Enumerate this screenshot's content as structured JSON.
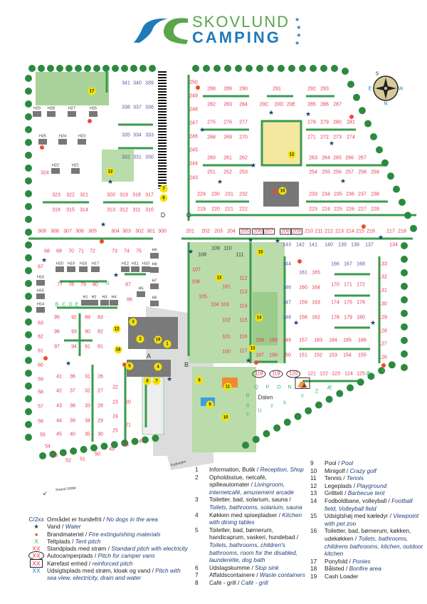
{
  "logo": {
    "line1": "SKOVLUND",
    "line2": "CAMPING"
  },
  "colors": {
    "pitch": "#e8334a",
    "sea_view": "#5a4fa0",
    "hedge": "#3a9b4f",
    "tree": "#2c8a3f",
    "facility": "#f5e400",
    "road": "#d9d9d9",
    "lawn": "#a9d39b",
    "logo_blue": "#1f7ab8",
    "logo_green": "#5aa64a"
  },
  "compass": {
    "icon": "compass-rose-icon",
    "labels": [
      "S",
      "E",
      "W",
      "N"
    ]
  },
  "roads": {
    "entrances": [
      "A",
      "B",
      "C",
      "D"
    ],
    "street": "Kystvejen",
    "beach": "Strand 500M",
    "area": "Dalen"
  },
  "pitches": {
    "c250": [
      "250",
      "249",
      "248",
      "247",
      "246",
      "245",
      "244",
      "243"
    ],
    "r288": [
      "288",
      "289",
      "290"
    ],
    "r291": [
      "291"
    ],
    "r292": [
      "292",
      "293"
    ],
    "r282": [
      "282",
      "283",
      "284"
    ],
    "r20c": [
      "20C",
      "20D",
      "20E"
    ],
    "r285": [
      "285",
      "286",
      "287"
    ],
    "r275": [
      "275",
      "276",
      "277"
    ],
    "r278": [
      "278",
      "279",
      "280",
      "281"
    ],
    "r268": [
      "268",
      "269",
      "270"
    ],
    "r271": [
      "271",
      "272",
      "273",
      "274"
    ],
    "r260": [
      "260",
      "261",
      "262"
    ],
    "r263": [
      "263",
      "264",
      "265",
      "266",
      "267"
    ],
    "r251": [
      "251",
      "252",
      "253"
    ],
    "r254": [
      "254",
      "255",
      "256",
      "257",
      "258",
      "259"
    ],
    "r229": [
      "229",
      "230",
      "231",
      "232"
    ],
    "r233": [
      "233",
      "234",
      "235",
      "236",
      "237",
      "238"
    ],
    "r219": [
      "219",
      "220",
      "221",
      "222"
    ],
    "r223": [
      "223",
      "224",
      "225",
      "226",
      "227",
      "228"
    ],
    "r341": [
      "341",
      "340",
      "339"
    ],
    "r338": [
      "338",
      "337",
      "336"
    ],
    "r335": [
      "335",
      "334",
      "333"
    ],
    "r332": [
      "332",
      "331",
      "330"
    ],
    "r323": [
      "323",
      "322",
      "321"
    ],
    "r320": [
      "320",
      "319",
      "318",
      "317"
    ],
    "r316": [
      "316",
      "315",
      "314"
    ],
    "r313": [
      "313",
      "312",
      "311",
      "310"
    ],
    "r309": [
      "309",
      "308",
      "307",
      "306",
      "305"
    ],
    "r304": [
      "304",
      "303",
      "302",
      "301",
      "300"
    ],
    "p324": [
      "324"
    ],
    "r201": [
      "201",
      "202",
      "203",
      "204",
      "210",
      "211",
      "212",
      "213",
      "214",
      "215",
      "216",
      "217",
      "218"
    ],
    "b205": [
      "205",
      "206",
      "207",
      "208",
      "209"
    ],
    "r143": [
      "143",
      "142",
      "141",
      "140",
      "139",
      "138",
      "137"
    ],
    "p134": [
      "134"
    ],
    "d108": [
      "109",
      "110",
      "108",
      "111"
    ],
    "c107": [
      "107",
      "106",
      "105",
      "104",
      "103"
    ],
    "c112": [
      "112",
      "113",
      "114",
      "115",
      "116",
      "117"
    ],
    "c181": [
      "181",
      "102",
      "101",
      "100"
    ],
    "c144": [
      "144",
      "146",
      "147",
      "148"
    ],
    "c149": [
      "149",
      "150"
    ],
    "c161": [
      "161"
    ],
    "c165": [
      "165",
      "160",
      "164",
      "159",
      "163",
      "158",
      "162"
    ],
    "r157": [
      "157",
      "183",
      "184",
      "185",
      "186"
    ],
    "r151": [
      "151",
      "152",
      "153",
      "154",
      "155"
    ],
    "r166": [
      "166",
      "167",
      "168"
    ],
    "r170": [
      "170",
      "171",
      "172"
    ],
    "r174": [
      "174",
      "175",
      "176"
    ],
    "r178": [
      "178",
      "179",
      "180"
    ],
    "c133": [
      "133",
      "132",
      "131",
      "130",
      "129",
      "128",
      "127",
      "126"
    ],
    "r188": [
      "188",
      "189"
    ],
    "r187": [
      "187",
      "190"
    ],
    "o118": [
      "118",
      "119",
      "120"
    ],
    "r121": [
      "121",
      "122",
      "123",
      "124",
      "125"
    ],
    "r68": [
      "68",
      "69",
      "70",
      "71",
      "72"
    ],
    "r73": [
      "73",
      "74",
      "75"
    ],
    "c67": [
      "67",
      "63",
      "62",
      "61",
      "60",
      "59",
      "58",
      "57",
      "56",
      "55",
      "54",
      "53",
      "52",
      "51",
      "50",
      "49",
      "48",
      "47"
    ],
    "r77": [
      "77",
      "78",
      "79",
      "80"
    ],
    "p87": [
      "87",
      "86"
    ],
    "r95": [
      "95",
      "92",
      "89",
      "83"
    ],
    "r96": [
      "96",
      "93",
      "90",
      "82"
    ],
    "r97": [
      "97",
      "94",
      "91",
      "81"
    ],
    "r41": [
      "41",
      "36",
      "31",
      "26"
    ],
    "r42": [
      "42",
      "37",
      "32",
      "27"
    ],
    "r43": [
      "43",
      "38",
      "33",
      "28"
    ],
    "r44": [
      "44",
      "39",
      "34",
      "29"
    ],
    "r45": [
      "45",
      "40",
      "35",
      "30"
    ],
    "c22": [
      "22",
      "23",
      "24",
      "25"
    ],
    "p20": [
      "20",
      "21"
    ]
  },
  "tent_pitches": {
    "letters_a": [
      "B",
      "C",
      "D",
      "E",
      "G"
    ],
    "letters_b": [
      "Ø",
      "Å",
      "Q",
      "P",
      "O",
      "N",
      "Æ",
      "Z",
      "Y",
      "X",
      "R",
      "S",
      "T",
      "U",
      "Y"
    ]
  },
  "houses": [
    "H29",
    "H28",
    "H27",
    "H26",
    "H25",
    "H24",
    "H23",
    "H22",
    "H21",
    "H20",
    "H19",
    "H18",
    "H17",
    "H12",
    "H11",
    "H10",
    "H9",
    "H8",
    "H7",
    "H6",
    "H5",
    "H16",
    "H15",
    "H14",
    "H1",
    "H2",
    "H3",
    "H4"
  ],
  "facilities_on_map": [
    "17",
    "12",
    "7",
    "6",
    "16",
    "15",
    "12",
    "12",
    "14",
    "13",
    "3",
    "2",
    "19",
    "1",
    "5",
    "4",
    "6",
    "7",
    "12",
    "18",
    "8",
    "11",
    "9",
    "10"
  ],
  "legend_symbols": [
    {
      "symbol": "C/2xx",
      "da": "Området er hundefrit",
      "en": "No dogs in the area"
    },
    {
      "symbol": "★",
      "icon": "water-star-icon",
      "da": "Vand",
      "en": "Water"
    },
    {
      "symbol": "●",
      "icon": "fire-extinguisher-icon",
      "da": "Brandmateriel",
      "en": "Fire extinguishing materials"
    },
    {
      "symbol": "X",
      "da": "Teltplads",
      "en": "Tent pitch"
    },
    {
      "symbol": "XX",
      "da": "Standplads med strøm",
      "en": "Standard pitch with electricity"
    },
    {
      "symbol": "XX",
      "da": "Autocamperplads",
      "en": "Pitch for camper vans"
    },
    {
      "symbol": "XX",
      "da": "Kørefast enhed",
      "en": "reinforced pitch"
    },
    {
      "symbol": "XX",
      "da": "Udsigtsplads med strøm, kloak og vand",
      "en": "Pitch with sea view, electricity, drain and water"
    }
  ],
  "legend_facilities": [
    {
      "num": "1",
      "da": "Information, Butik",
      "en": "Reception, Shop"
    },
    {
      "num": "2",
      "da": "Opholdsstue, netcafé, spilleautomater",
      "en": "Livingroom, internetcafé, amusement arcade"
    },
    {
      "num": "3",
      "da": "Toiletter, bad, solarium, sauna",
      "en": "Toilets, bathrooms, solarium, sauna"
    },
    {
      "num": "4",
      "da": "Køkken med spisepladser",
      "en": "Kitchen with dining tables"
    },
    {
      "num": "5",
      "da": "Toiletter, bad, børnerum, handicaprum, vaskeri, hundebad",
      "en": "Toilets, bathrooms, children's bathrooms, room for the disabled, launderette, dog bath"
    },
    {
      "num": "6",
      "da": "Udslagskumme",
      "en": "Slop sink"
    },
    {
      "num": "7",
      "da": "Affaldscontainere",
      "en": "Waste containers"
    },
    {
      "num": "8",
      "da": "Café - grill",
      "en": "Café - grill"
    },
    {
      "num": "9",
      "da": "Pool",
      "en": "Pool"
    },
    {
      "num": "10",
      "da": "Minigolf",
      "en": "Crazy golf"
    },
    {
      "num": "11",
      "da": "Tennis",
      "en": "Tennis"
    },
    {
      "num": "12",
      "da": "Legeplads",
      "en": "Playground"
    },
    {
      "num": "13",
      "da": "Grilltelt",
      "en": "Barbecue tent"
    },
    {
      "num": "14",
      "da": "Fodboldbane, volleyball",
      "en": "Football field, Volleyball field"
    },
    {
      "num": "15",
      "da": "Udsigtshøj med kæledyr",
      "en": "Viewpoint with pet zoo"
    },
    {
      "num": "16",
      "da": "Toiletter, bad, børnerum, køkken, udekøkken",
      "en": "Toilets, bathrooms, childrens bathrooms, kitchen, outdoor kitchen"
    },
    {
      "num": "17",
      "da": "Ponyfold",
      "en": "Ponies"
    },
    {
      "num": "18",
      "da": "Bålsted",
      "en": "Bonfire area"
    },
    {
      "num": "19",
      "da": "Cash Loader",
      "en": ""
    }
  ]
}
